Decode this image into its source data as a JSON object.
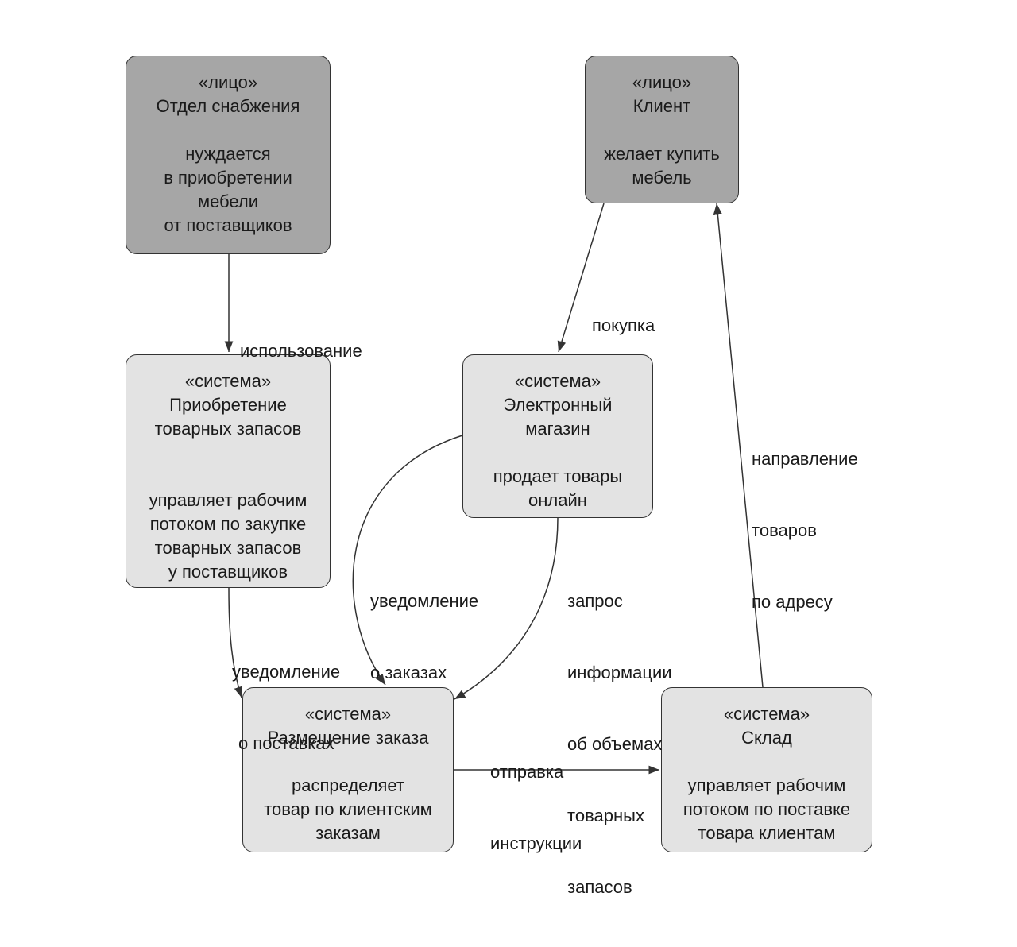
{
  "nodes": {
    "procurement_dept": {
      "stereotype": "«лицо»",
      "title": [
        "Отдел снабжения"
      ],
      "description": [
        "нуждается",
        "в приобретении",
        "мебели",
        "от поставщиков"
      ]
    },
    "client": {
      "stereotype": "«лицо»",
      "title": [
        "Клиент"
      ],
      "description": [
        "желает купить",
        "мебель"
      ]
    },
    "inventory_acquisition": {
      "stereotype": "«система»",
      "title": [
        "Приобретение",
        "товарных запасов"
      ],
      "description": [
        "управляет рабочим",
        "потоком по закупке",
        "товарных запасов",
        "у поставщиков"
      ]
    },
    "eshop": {
      "stereotype": "«система»",
      "title": [
        "Электронный",
        "магазин"
      ],
      "description": [
        "продает товары",
        "онлайн"
      ]
    },
    "order_placement": {
      "stereotype": "«система»",
      "title": [
        "Размещение заказа"
      ],
      "description": [
        "распределяет",
        "товар по клиентским",
        "заказам"
      ]
    },
    "warehouse": {
      "stereotype": "«система»",
      "title": [
        "Склад"
      ],
      "description": [
        "управляет рабочим",
        "потоком по поставке",
        "товара клиентам"
      ]
    }
  },
  "edges": {
    "usage": [
      "использование"
    ],
    "purchase": [
      "покупка"
    ],
    "delivery_direction": [
      "направление",
      "товаров",
      "по адресу"
    ],
    "order_notification": [
      "уведомление",
      "о заказах"
    ],
    "stock_request": [
      "запрос",
      "информации",
      "об объемах",
      "товарных",
      "запасов"
    ],
    "supply_notification": [
      "уведомление",
      "о поставках"
    ],
    "send_instruction": [
      "отправка",
      "инструкции"
    ]
  },
  "colors": {
    "person_fill": "#a6a6a6",
    "system_fill": "#e3e3e3",
    "stroke": "#333333"
  }
}
